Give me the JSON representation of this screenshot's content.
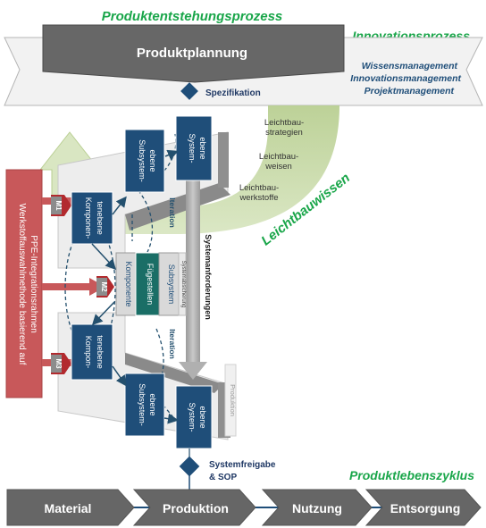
{
  "titles": {
    "pep": "Produktentstehungsprozess",
    "innovation": "Innovationsprozess",
    "plc": "Produktlebenszyklus",
    "leichtbauwissen": "Leichtbauwissen"
  },
  "planning": {
    "label": "Produktplannung",
    "knowledge": [
      "Wissensmanagement",
      "Innovationsmanagement",
      "Projektmanagement"
    ],
    "spec": "Spezifikation"
  },
  "leichtbau": [
    "Leichtbau-",
    "strategien",
    "Leichtbau-",
    "weisen",
    "Leichtbau-",
    "werkstoffe"
  ],
  "v_model": {
    "system_top": [
      "System-",
      "ebene"
    ],
    "subsystem_top": [
      "Subsystem-",
      "ebene"
    ],
    "komponente_top": [
      "Komponen-",
      "tenebene"
    ],
    "fuegestellen": "Fügestellen",
    "komponente_mid": "Komponente",
    "subsystem_mid": "Subsystem",
    "systemabsicherung": "Systemabsicherung",
    "komponente_bot": [
      "Kompon-",
      "tenebene"
    ],
    "subsystem_bot": [
      "Subsystem-",
      "ebene"
    ],
    "system_bot": [
      "System-",
      "ebene"
    ],
    "iteration": "Iteration",
    "systemanforderungen": "Systemanforderungen",
    "produktion_faded": "Produktion"
  },
  "left_box": [
    "Werkstoffauswahlmethode basierend auf",
    "PPE-Integrationsrahmen"
  ],
  "milestones": [
    "M1",
    "M2",
    "M3"
  ],
  "release": [
    "Systemfreigabe",
    "& SOP"
  ],
  "lifecycle": [
    "Material",
    "Produktion",
    "Nutzung",
    "Entsorgung"
  ]
}
